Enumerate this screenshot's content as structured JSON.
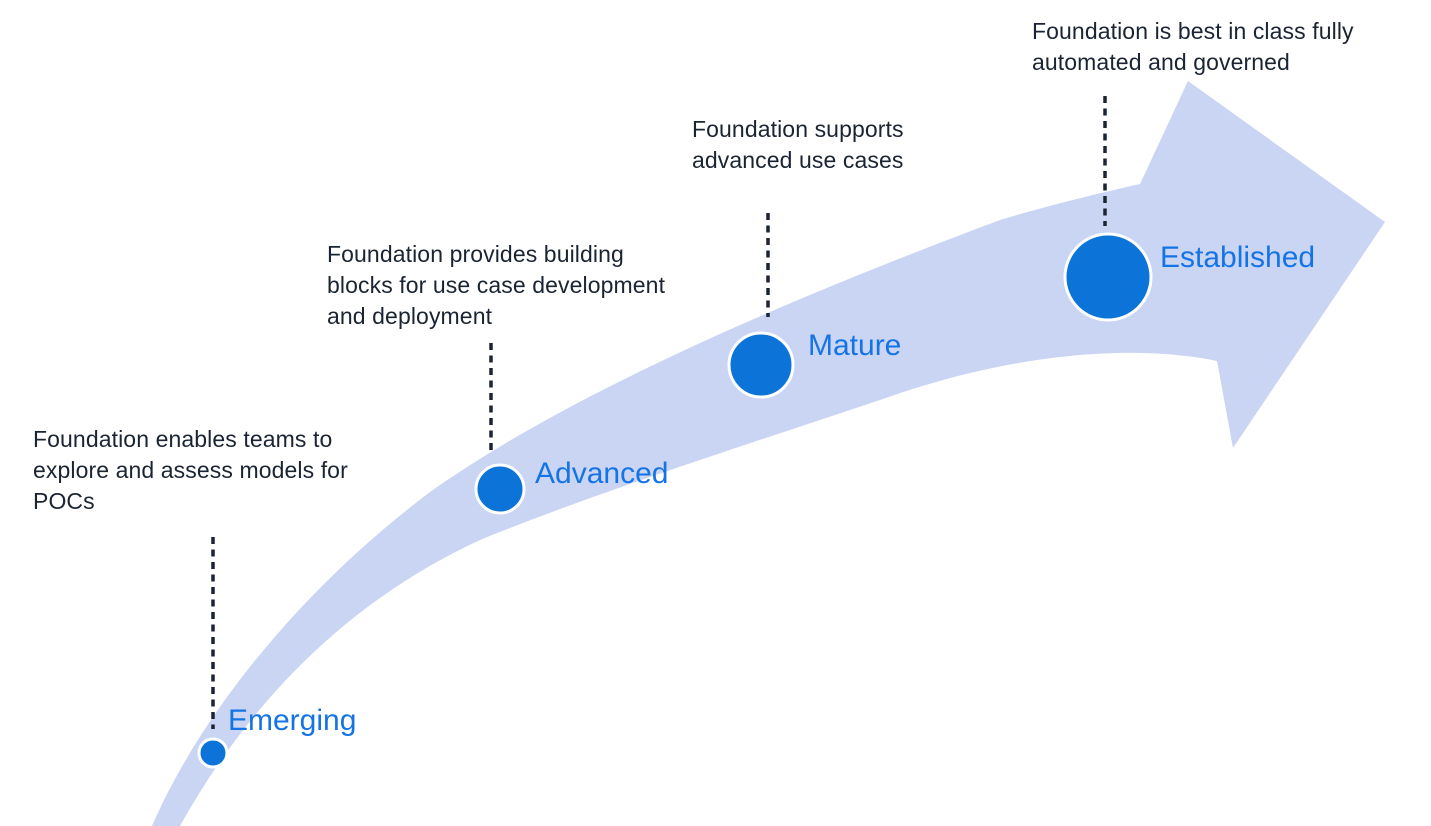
{
  "diagram": {
    "type": "maturity-curve-arrow",
    "direction": "bottom-left to top-right"
  },
  "colors": {
    "background": "#ffffff",
    "band": "#cad5f3",
    "marker": "#0c74d9",
    "marker_ring": "#ffffff",
    "label": "#1574e5",
    "text": "#1a2433",
    "connector": "#1a2433"
  },
  "stages": [
    {
      "label": "Emerging",
      "description": "Foundation enables teams to explore and assess models for POCs"
    },
    {
      "label": "Advanced",
      "description": "Foundation provides building blocks for use case development and deployment"
    },
    {
      "label": "Mature",
      "description": "Foundation supports advanced use cases"
    },
    {
      "label": "Established",
      "description": "Foundation is best in class fully automated and governed"
    }
  ]
}
